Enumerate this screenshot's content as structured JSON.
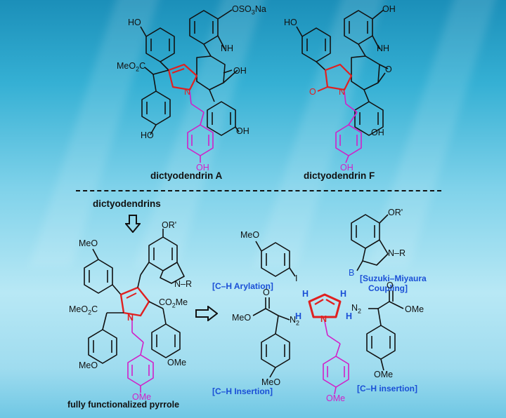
{
  "top": {
    "dictyodendrin_A": {
      "name": "dictyodendrin A",
      "groups": [
        "HO",
        "OSO",
        "3",
        "Na",
        "NH",
        "MeO",
        "2",
        "C",
        "OH",
        "N",
        "HO",
        "OH",
        "OH"
      ]
    },
    "dictyodendrin_F": {
      "name": "dictyodendrin F",
      "groups": [
        "HO",
        "OH",
        "NH",
        "O",
        "O",
        "N",
        "OH",
        "OH"
      ]
    }
  },
  "bottom": {
    "section_label": "dictyodendrins",
    "pyrrole_label": "fully functionalized pyrrole",
    "left_groups": [
      "MeO",
      "OR'",
      "N–R",
      "MeO",
      "2",
      "C",
      "CO",
      "2",
      "Me",
      "N",
      "MeO",
      "OMe",
      "OMe"
    ],
    "fragments": {
      "aryl_iodide": {
        "groups": [
          "MeO",
          "I"
        ],
        "label": "[C–H Arylation]"
      },
      "indole_boron": {
        "groups": [
          "OR'",
          "N–R",
          "B"
        ],
        "label_line1": "[Suzuki–Miyaura",
        "label_line2": "Coupling]"
      },
      "diazo_left": {
        "groups": [
          "O",
          "MeO",
          "N",
          "2",
          "MeO"
        ],
        "label": "[C–H Insertion]"
      },
      "core_pyrrole": {
        "groups": [
          "H",
          "H",
          "H",
          "H",
          "N",
          "OMe"
        ]
      },
      "diazo_right": {
        "groups": [
          "O",
          "N",
          "2",
          "OMe",
          "OMe"
        ],
        "label": "[C–H insertion]"
      }
    }
  },
  "colors": {
    "bond": "#111111",
    "pyrrole": "#e02020",
    "tether": "#d21fc8",
    "blue_text": "#1a4fd6",
    "hydrogen": "#1a4fd6"
  }
}
